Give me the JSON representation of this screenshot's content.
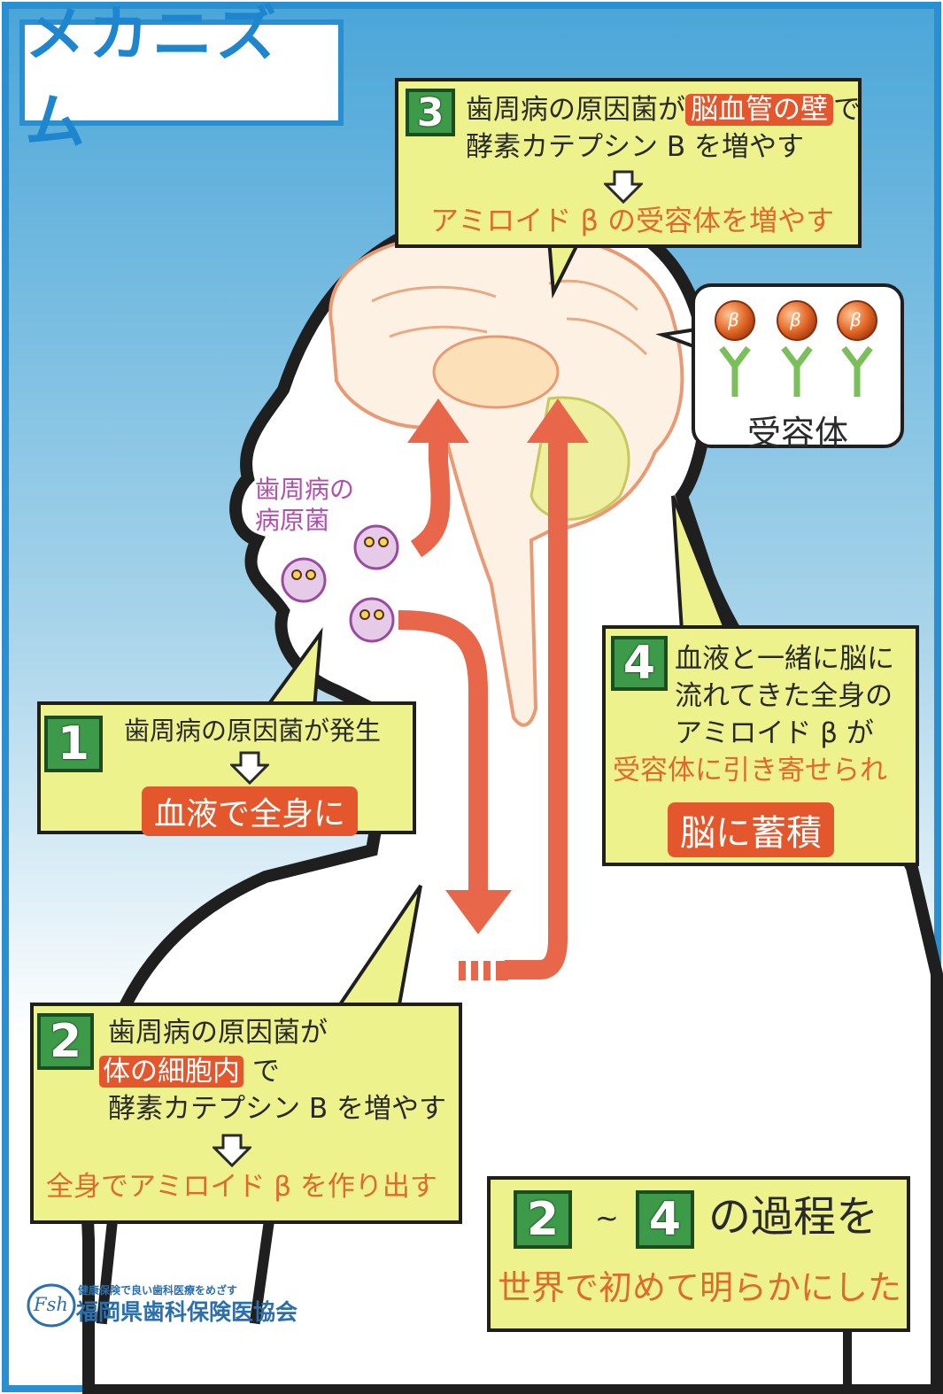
{
  "title": "メカニズム",
  "step1": {
    "number": "1",
    "line1": "歯周病の原因菌が発生",
    "highlight": "血液で全身に"
  },
  "step2": {
    "number": "2",
    "line1": "歯周病の原因菌が",
    "line2_highlight": "体の細胞内",
    "line2_rest": "で",
    "line3": "酵素カテプシン B を増やす",
    "result": "全身でアミロイド β を作り出す"
  },
  "step3": {
    "number": "3",
    "line1_pre": "歯周病の原因菌が",
    "line1_highlight": "脳血管の壁",
    "line1_post": "で",
    "line2": "酵素カテプシン B を増やす",
    "result": "アミロイド β の受容体を増やす"
  },
  "step4": {
    "number": "4",
    "line1": "血液と一緒に脳に",
    "line2": "流れてきた全身の",
    "line3": "アミロイド β が",
    "line4": "受容体に引き寄せられ",
    "highlight": "脳に蓄積"
  },
  "receptor": {
    "symbol": "β",
    "label": "受容体"
  },
  "bacteria_label": [
    "歯周病の",
    "病原菌"
  ],
  "summary": {
    "num_from": "2",
    "tilde": "~",
    "num_to": "4",
    "text": "の過程を",
    "result": "世界で初めて明らかにした"
  },
  "logo": {
    "tagline": "健康保険で良い歯科医療をめざす",
    "name": "福岡県歯科保険医協会",
    "mark": "Fsh"
  },
  "colors": {
    "frame": "#2a8fd0",
    "box_fill": "#eef28c",
    "number_green": "#3c9a49",
    "highlight_red": "#e4572c",
    "orange_text": "#e06a2c",
    "arrow": "#e8664a",
    "bacteria": "#b04fae"
  }
}
